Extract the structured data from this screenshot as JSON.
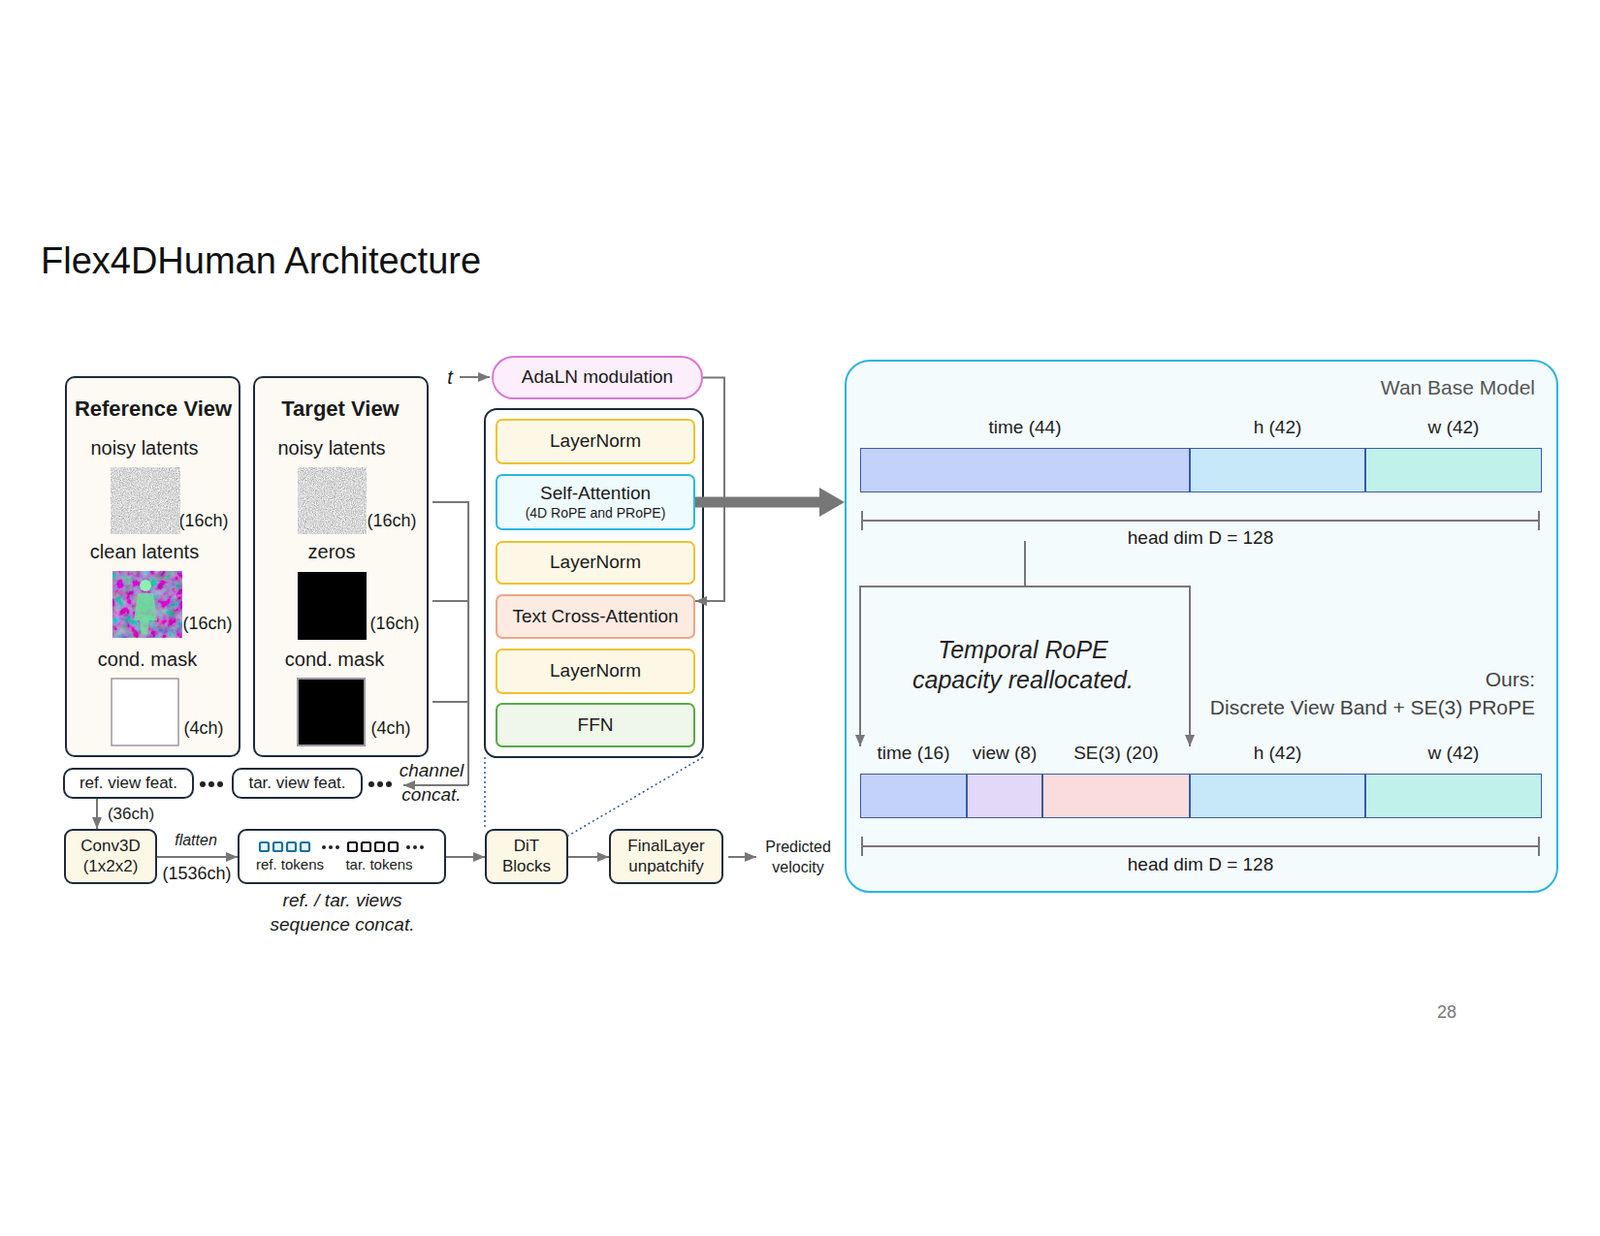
{
  "diagram": {
    "title": "Flex4DHuman Architecture",
    "nodes": [
      {
        "text": [
          "Reference View",
          "noisy latents",
          "(16ch)",
          "clean latents",
          "(16ch)",
          "cond. mask",
          "(4ch)"
        ]
      },
      {
        "text": [
          "Target View",
          "noisy latents",
          "(16ch)",
          "zeros",
          "(16ch)",
          "cond. mask",
          "(4ch)"
        ]
      },
      {
        "text": [
          "AdaLN modulation"
        ]
      },
      {
        "text": [
          "LayerNorm"
        ]
      },
      {
        "text": [
          "Self-Attention",
          "(4D RoPE and PRoPE)"
        ]
      },
      {
        "text": [
          "LayerNorm"
        ]
      },
      {
        "text": [
          "Text Cross-Attention"
        ]
      },
      {
        "text": [
          "LayerNorm"
        ]
      },
      {
        "text": [
          "FFN"
        ]
      },
      {
        "text": [
          "ref. view feat."
        ]
      },
      {
        "text": [
          "tar. view feat."
        ]
      },
      {
        "text": [
          "Conv3D (1x2x2)"
        ]
      },
      {
        "text": [
          "ref. tokens",
          "tar. tokens"
        ]
      },
      {
        "text": [
          "DiT Blocks"
        ]
      },
      {
        "text": [
          "FinalLayer unpatchify"
        ]
      },
      {
        "text": [
          "Wan Base Model"
        ]
      },
      {
        "text": [
          "time (44)"
        ],
        "in": 15
      },
      {
        "text": [
          "h (42)"
        ],
        "in": 15
      },
      {
        "text": [
          "w (42)"
        ],
        "in": 15
      },
      {
        "text": [
          "time (16)"
        ],
        "in": 15
      },
      {
        "text": [
          "view (8)"
        ],
        "in": 15
      },
      {
        "text": [
          "SE(3) (20)"
        ],
        "in": 15
      },
      {
        "text": [
          "h (42)"
        ],
        "in": 15
      },
      {
        "text": [
          "w (42)"
        ],
        "in": 15
      }
    ],
    "edges": [
      {
        "from": 2,
        "to": 6,
        "arrow": "to"
      },
      {
        "from": 4,
        "to": 15,
        "arrow": "to"
      },
      {
        "from": 9,
        "to": 11,
        "label": "(36ch)",
        "arrow": "to"
      },
      {
        "from": 11,
        "to": 12,
        "label": "flatten",
        "arrow": "to"
      },
      {
        "from": 12,
        "to": 13,
        "arrow": "to"
      },
      {
        "from": 13,
        "to": 14,
        "arrow": "to"
      }
    ],
    "labels": [
      "t",
      "channel concat.",
      "(1536ch)",
      "ref. / tar. views sequence concat.",
      "Predicted velocity",
      "head dim D = 128",
      "Temporal RoPE capacity reallocated.",
      "Ours:",
      "Discrete View Band + SE(3) PRoPE",
      "head dim D = 128",
      "28"
    ]
  }
}
